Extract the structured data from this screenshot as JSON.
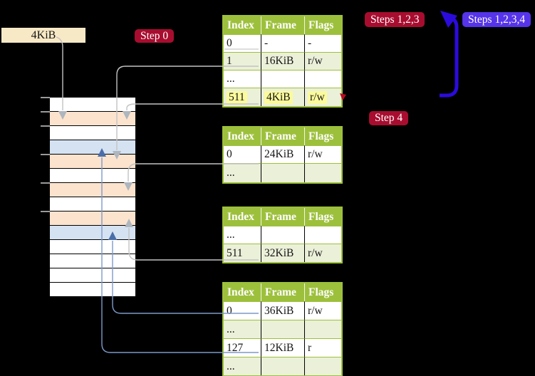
{
  "labels": {
    "frame_size": "4KiB"
  },
  "badges": {
    "step0": "Step 0",
    "steps123": "Steps 1,2,3",
    "steps1234": "Steps 1,2,3,4",
    "step4": "Step 4"
  },
  "tables": {
    "t1": {
      "headers": [
        "Index",
        "Frame",
        "Flags"
      ],
      "rows": [
        {
          "index": "0",
          "frame": "-",
          "flags": "-"
        },
        {
          "index": "1",
          "frame": "16KiB",
          "flags": "r/w"
        },
        {
          "index": "...",
          "frame": "",
          "flags": ""
        },
        {
          "index": "511",
          "frame": "4KiB",
          "flags": "r/w",
          "highlighted": true
        }
      ]
    },
    "t2": {
      "headers": [
        "Index",
        "Frame",
        "Flags"
      ],
      "rows": [
        {
          "index": "0",
          "frame": "24KiB",
          "flags": "r/w"
        },
        {
          "index": "...",
          "frame": "",
          "flags": ""
        }
      ]
    },
    "t3": {
      "headers": [
        "Index",
        "Frame",
        "Flags"
      ],
      "rows": [
        {
          "index": "...",
          "frame": "",
          "flags": ""
        },
        {
          "index": "511",
          "frame": "32KiB",
          "flags": "r/w"
        }
      ]
    },
    "t4": {
      "headers": [
        "Index",
        "Frame",
        "Flags"
      ],
      "rows": [
        {
          "index": "0",
          "frame": "36KiB",
          "flags": "r/w"
        },
        {
          "index": "...",
          "frame": "",
          "flags": ""
        },
        {
          "index": "127",
          "frame": "12KiB",
          "flags": "r"
        },
        {
          "index": "...",
          "frame": "",
          "flags": ""
        }
      ]
    }
  },
  "memory": {
    "rows": [
      "white",
      "peach",
      "white",
      "blue",
      "peach",
      "white",
      "peach",
      "white",
      "peach",
      "blue",
      "white",
      "white",
      "white",
      "white"
    ]
  },
  "colors": {
    "badge_red": "#A80D2F",
    "badge_blue": "#5634EA",
    "thick_arrow_blue": "#2B0BDC",
    "red_arrow_tip": "#B50D23",
    "table_header_green": "#9DC03C",
    "table_alt_row_green": "#EBF0D9",
    "highlight_yellow": "#FBFA9C",
    "memory_frame_peach": "#FBE3CE",
    "memory_frame_lightblue": "#D5E2F2",
    "label_box_cream": "#F8E9C6",
    "connector_gray": "#C3C3C3",
    "connector_blue": "#7E99C9"
  }
}
